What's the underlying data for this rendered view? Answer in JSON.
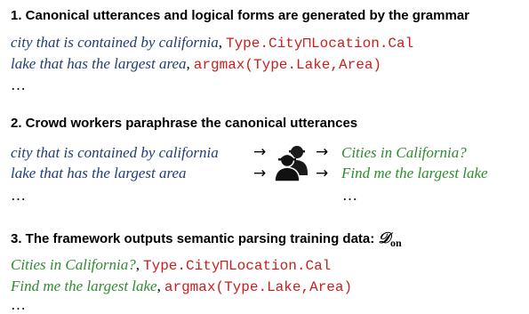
{
  "step1": {
    "heading": "1. Canonical utterances and logical forms are generated by the grammar",
    "rows": [
      {
        "utterance": "city that is contained by california",
        "separator": ",",
        "logical_form": "Type.City⊓Location.Cal"
      },
      {
        "utterance": "lake that has the largest area",
        "separator": ",",
        "logical_form": "argmax(Type.Lake,Area)"
      }
    ],
    "ellipsis": "…"
  },
  "step2": {
    "heading": "2. Crowd workers paraphrase the canonical utterances",
    "rows": [
      {
        "canonical": "city that is contained by california",
        "paraphrase": "Cities in California?"
      },
      {
        "canonical": "lake that has the largest area",
        "paraphrase": "Find me the largest lake"
      }
    ],
    "arrow": "→",
    "ellipsis_left": "…",
    "ellipsis_right": "…",
    "icon": "crowd-workers-icon"
  },
  "step3": {
    "heading": "3. The framework outputs semantic parsing training data: ",
    "dataset_symbol": "𝒟",
    "dataset_subscript": "on",
    "rows": [
      {
        "utterance": "Cities in California?",
        "separator": ",",
        "logical_form": "Type.City⊓Location.Cal"
      },
      {
        "utterance": "Find me the largest lake",
        "separator": ",",
        "logical_form": "argmax(Type.Lake,Area)"
      }
    ],
    "ellipsis": "…"
  },
  "colors": {
    "canonical_text": "#1f3c78",
    "paraphrase_text": "#2e8b2e",
    "logical_form": "#c81e1e"
  }
}
